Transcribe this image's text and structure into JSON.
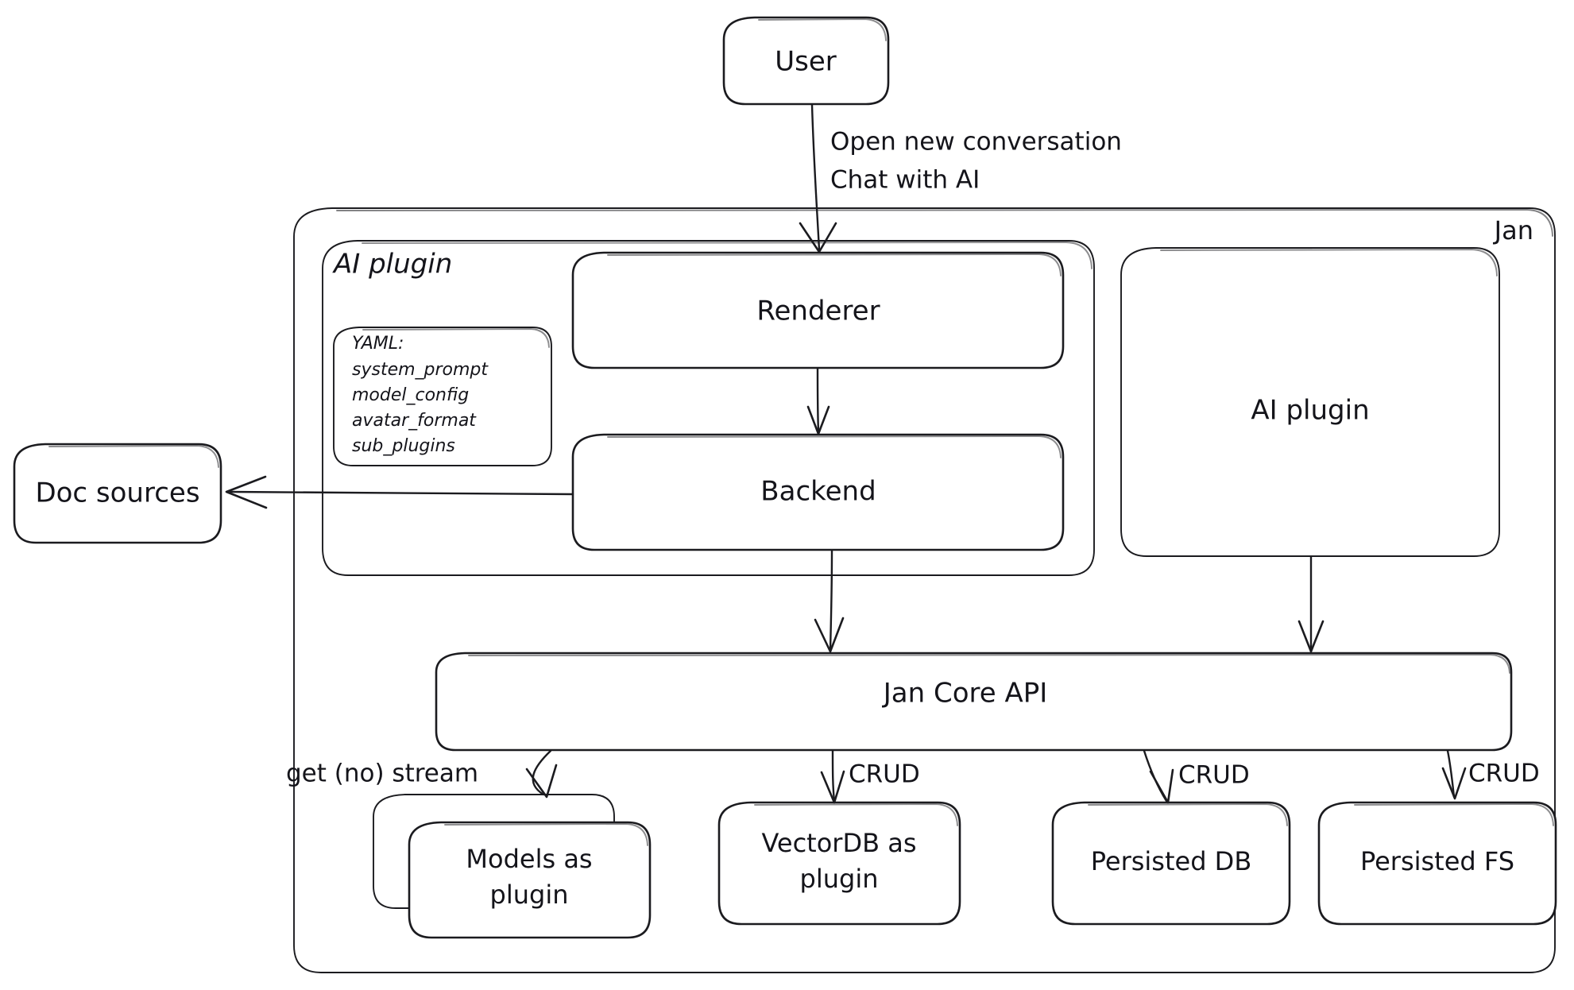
{
  "diagram": {
    "title_visible": false,
    "style": "hand-drawn",
    "stroke_color": "#1b1b1f",
    "fill_color": "#ffffff",
    "background": "#ffffff"
  },
  "nodes": {
    "user": {
      "label": "User"
    },
    "jan_container": {
      "label": "Jan"
    },
    "ai_plugin_group": {
      "label": "AI plugin"
    },
    "renderer": {
      "label": "Renderer"
    },
    "backend": {
      "label": "Backend"
    },
    "ai_plugin_box": {
      "label": "AI plugin"
    },
    "jan_core_api": {
      "label": "Jan Core API"
    },
    "doc_sources": {
      "label": "Doc sources"
    },
    "models": {
      "line1": "Models as",
      "line2": "plugin"
    },
    "vectordb": {
      "line1": "VectorDB as",
      "line2": "plugin"
    },
    "persisted_db": {
      "label": "Persisted DB"
    },
    "persisted_fs": {
      "label": "Persisted FS"
    }
  },
  "yaml_card": {
    "lines": [
      "YAML:",
      "system_prompt",
      "model_config",
      "avatar_format",
      "sub_plugins"
    ]
  },
  "edges": {
    "user_to_renderer": {
      "label_line1": "Open new conversation",
      "label_line2": "Chat with AI"
    },
    "renderer_to_backend": {
      "label": ""
    },
    "backend_to_doc_sources": {
      "label": ""
    },
    "backend_to_core": {
      "label": ""
    },
    "ai_plugin_to_core": {
      "label": ""
    },
    "core_to_models": {
      "label": "get (no) stream"
    },
    "core_to_vectordb": {
      "label": "CRUD"
    },
    "core_to_persisted_db": {
      "label": "CRUD"
    },
    "core_to_persisted_fs": {
      "label": "CRUD"
    }
  }
}
